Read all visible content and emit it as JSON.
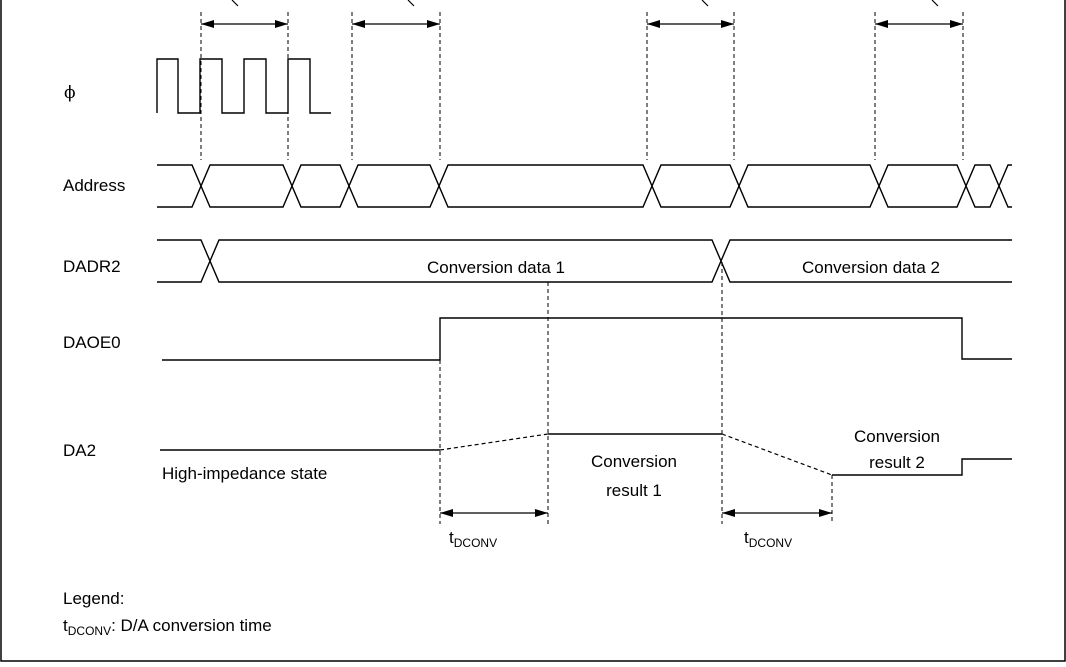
{
  "signals": {
    "clock": "ϕ",
    "address": "Address",
    "dadr2": "DADR2",
    "daoe0": "DAOE0",
    "da2": "DA2"
  },
  "dadr2_values": {
    "data1": "Conversion data 1",
    "data2": "Conversion data 2"
  },
  "da2_labels": {
    "high_impedance": "High-impedance state",
    "result1_line1": "Conversion",
    "result1_line2": "result 1",
    "result2_line1": "Conversion",
    "result2_line2": "result 2"
  },
  "timing": {
    "t_main": "t",
    "t_sub": "DCONV"
  },
  "legend": {
    "title": "Legend:",
    "t_main": "t",
    "t_sub": "DCONV",
    "description": ":  D/A conversion time"
  }
}
